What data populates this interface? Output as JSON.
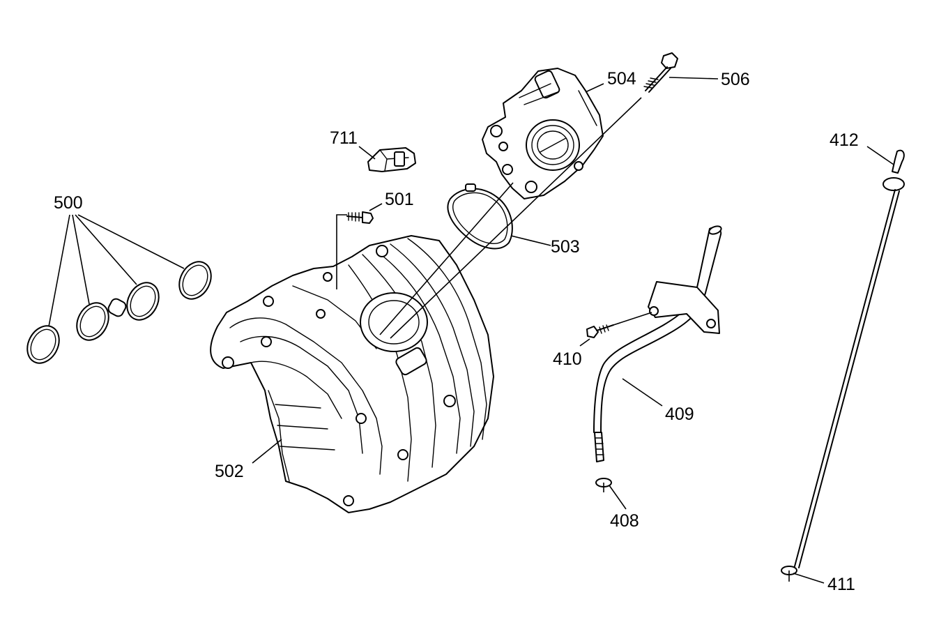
{
  "callouts": {
    "c500": "500",
    "c501": "501",
    "c502": "502",
    "c503": "503",
    "c504": "504",
    "c506": "506",
    "c711": "711",
    "c408": "408",
    "c409": "409",
    "c410": "410",
    "c411": "411",
    "c412": "412"
  }
}
